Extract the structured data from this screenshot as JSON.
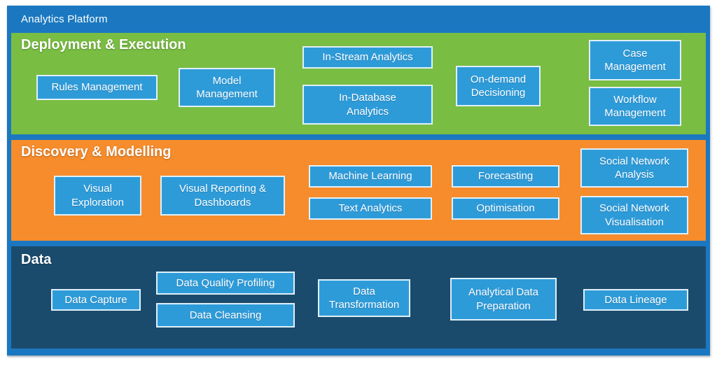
{
  "title": "Analytics Platform",
  "colors": {
    "frame_blue": "#1b78c0",
    "box_blue": "#2e9bd9",
    "layer_green": "#79bd43",
    "layer_orange": "#f68c2c",
    "layer_navy": "#1b4b6c",
    "text": "#ffffff"
  },
  "layers": [
    {
      "name": "Deployment & Execution",
      "color": "#79bd43",
      "boxes": [
        {
          "label": "Rules Management"
        },
        {
          "label": "Model\nManagement"
        },
        {
          "label": "In-Stream Analytics"
        },
        {
          "label": "In-Database\nAnalytics"
        },
        {
          "label": "On-demand\nDecisioning"
        },
        {
          "label": "Case\nManagement"
        },
        {
          "label": "Workflow\nManagement"
        }
      ]
    },
    {
      "name": "Discovery & Modelling",
      "color": "#f68c2c",
      "boxes": [
        {
          "label": "Visual\nExploration"
        },
        {
          "label": "Visual Reporting &\nDashboards"
        },
        {
          "label": "Machine Learning"
        },
        {
          "label": "Text Analytics"
        },
        {
          "label": "Forecasting"
        },
        {
          "label": "Optimisation"
        },
        {
          "label": "Social Network\nAnalysis"
        },
        {
          "label": "Social Network\nVisualisation"
        }
      ]
    },
    {
      "name": "Data",
      "color": "#1b4b6c",
      "boxes": [
        {
          "label": "Data Capture"
        },
        {
          "label": "Data Quality Profiling"
        },
        {
          "label": "Data Cleansing"
        },
        {
          "label": "Data\nTransformation"
        },
        {
          "label": "Analytical Data\nPreparation"
        },
        {
          "label": "Data Lineage"
        }
      ]
    }
  ]
}
